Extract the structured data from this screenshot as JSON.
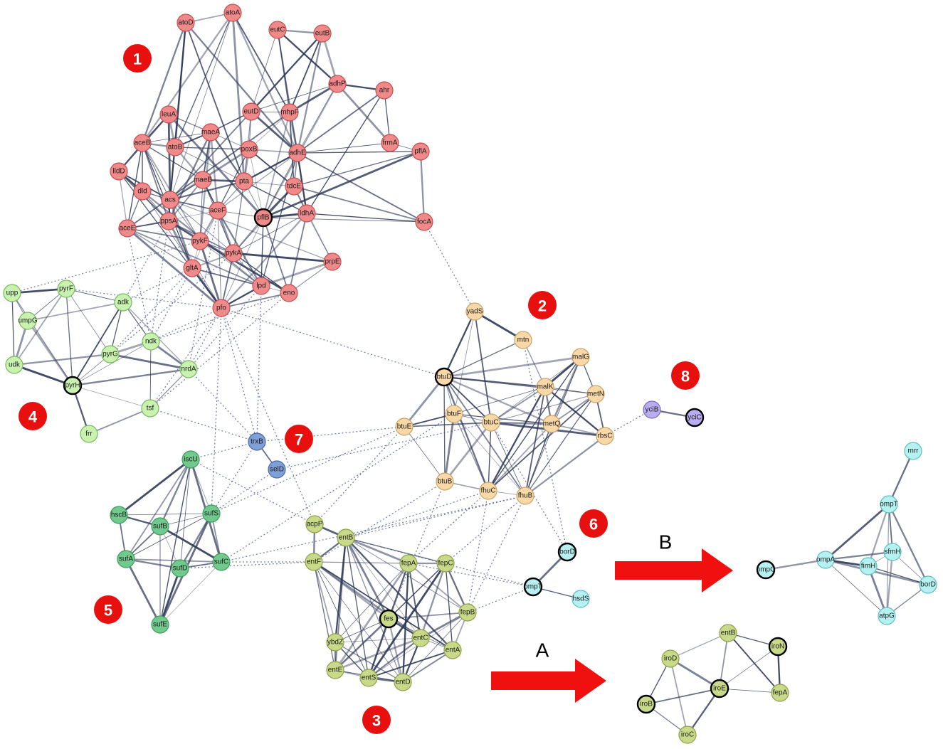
{
  "colors": {
    "red": "#f08a8a",
    "orange": "#f9d8a8",
    "lightgreen": "#c9f2b0",
    "green": "#72c98e",
    "olive": "#c9d98a",
    "cyan": "#b5f1f1",
    "blue": "#7ea0d6",
    "purple": "#b9adf0",
    "edge": "#2e3858",
    "badge": "#e80f0f",
    "arrow": "#f01010"
  },
  "clusters": [
    {
      "id": "1",
      "label": "1"
    },
    {
      "id": "2",
      "label": "2"
    },
    {
      "id": "3",
      "label": "3"
    },
    {
      "id": "4",
      "label": "4"
    },
    {
      "id": "5",
      "label": "5"
    },
    {
      "id": "6",
      "label": "6"
    },
    {
      "id": "7",
      "label": "7"
    },
    {
      "id": "8",
      "label": "8"
    }
  ],
  "arrows": [
    {
      "id": "A",
      "label": "A"
    },
    {
      "id": "B",
      "label": "B"
    }
  ],
  "nodes": [
    {
      "id": "atoD",
      "label": "atoD",
      "group": "red"
    },
    {
      "id": "atoA",
      "label": "atoA",
      "group": "red"
    },
    {
      "id": "eutC",
      "label": "eutC",
      "group": "red"
    },
    {
      "id": "eutB",
      "label": "eutB",
      "group": "red"
    },
    {
      "id": "adhP",
      "label": "adhP",
      "group": "red"
    },
    {
      "id": "ahr",
      "label": "ahr",
      "group": "red"
    },
    {
      "id": "leuA",
      "label": "leuA",
      "group": "red"
    },
    {
      "id": "eutD",
      "label": "eutD",
      "group": "red"
    },
    {
      "id": "maeA",
      "label": "maeA",
      "group": "red"
    },
    {
      "id": "mhpF",
      "label": "mhpF",
      "group": "red"
    },
    {
      "id": "aceB",
      "label": "aceB",
      "group": "red"
    },
    {
      "id": "atoB",
      "label": "atoB",
      "group": "red"
    },
    {
      "id": "poxB",
      "label": "poxB",
      "group": "red"
    },
    {
      "id": "adhE",
      "label": "adhE",
      "group": "red"
    },
    {
      "id": "frmA",
      "label": "frmA",
      "group": "red"
    },
    {
      "id": "pflA",
      "label": "pflA",
      "group": "red"
    },
    {
      "id": "lldD",
      "label": "lldD",
      "group": "red"
    },
    {
      "id": "maeB",
      "label": "maeB",
      "group": "red"
    },
    {
      "id": "pta",
      "label": "pta",
      "group": "red"
    },
    {
      "id": "tdcE",
      "label": "tdcE",
      "group": "red"
    },
    {
      "id": "dld",
      "label": "dld",
      "group": "red"
    },
    {
      "id": "acs",
      "label": "acs",
      "group": "red"
    },
    {
      "id": "aceF",
      "label": "aceF",
      "group": "red"
    },
    {
      "id": "pflB",
      "label": "pflB",
      "group": "red",
      "bold": true
    },
    {
      "id": "ldhA",
      "label": "ldhA",
      "group": "red"
    },
    {
      "id": "focA",
      "label": "focA",
      "group": "red"
    },
    {
      "id": "aceE",
      "label": "aceE",
      "group": "red"
    },
    {
      "id": "ppsA",
      "label": "ppsA",
      "group": "red"
    },
    {
      "id": "pykF",
      "label": "pykF",
      "group": "red"
    },
    {
      "id": "pykA",
      "label": "pykA",
      "group": "red"
    },
    {
      "id": "prpE",
      "label": "prpE",
      "group": "red"
    },
    {
      "id": "gltA",
      "label": "gltA",
      "group": "red"
    },
    {
      "id": "lpd",
      "label": "lpd",
      "group": "red"
    },
    {
      "id": "eno",
      "label": "eno",
      "group": "red"
    },
    {
      "id": "pfo",
      "label": "pfo",
      "group": "red"
    },
    {
      "id": "upp",
      "label": "upp",
      "group": "lightgreen"
    },
    {
      "id": "pyrF",
      "label": "pyrF",
      "group": "lightgreen"
    },
    {
      "id": "umpG",
      "label": "umpG",
      "group": "lightgreen"
    },
    {
      "id": "adk",
      "label": "adk",
      "group": "lightgreen"
    },
    {
      "id": "ndk",
      "label": "ndk",
      "group": "lightgreen"
    },
    {
      "id": "pyrG",
      "label": "pyrG",
      "group": "lightgreen"
    },
    {
      "id": "udk",
      "label": "udk",
      "group": "lightgreen"
    },
    {
      "id": "pyrH",
      "label": "pyrH",
      "group": "lightgreen",
      "bold": true
    },
    {
      "id": "nrdA",
      "label": "nrdA",
      "group": "lightgreen"
    },
    {
      "id": "tsf",
      "label": "tsf",
      "group": "lightgreen"
    },
    {
      "id": "frr",
      "label": "frr",
      "group": "lightgreen"
    },
    {
      "id": "trxB",
      "label": "trxB",
      "group": "blue"
    },
    {
      "id": "selD",
      "label": "selD",
      "group": "blue"
    },
    {
      "id": "iscU",
      "label": "iscU",
      "group": "green"
    },
    {
      "id": "hscB",
      "label": "hscB",
      "group": "green"
    },
    {
      "id": "sufB",
      "label": "sufB",
      "group": "green"
    },
    {
      "id": "sufS",
      "label": "sufS",
      "group": "green"
    },
    {
      "id": "sufA",
      "label": "sufA",
      "group": "green"
    },
    {
      "id": "sufD",
      "label": "sufD",
      "group": "green"
    },
    {
      "id": "sufC",
      "label": "sufC",
      "group": "green"
    },
    {
      "id": "sufE",
      "label": "sufE",
      "group": "green"
    },
    {
      "id": "yadS",
      "label": "yadS",
      "group": "orange"
    },
    {
      "id": "mtn",
      "label": "mtn",
      "group": "orange"
    },
    {
      "id": "btuD",
      "label": "btuD",
      "group": "orange",
      "bold": true
    },
    {
      "id": "malG",
      "label": "malG",
      "group": "orange"
    },
    {
      "id": "malK",
      "label": "malK",
      "group": "orange"
    },
    {
      "id": "metN",
      "label": "metN",
      "group": "orange"
    },
    {
      "id": "btuF",
      "label": "btuF",
      "group": "orange"
    },
    {
      "id": "btuC",
      "label": "btuC",
      "group": "orange"
    },
    {
      "id": "metQ",
      "label": "metQ",
      "group": "orange"
    },
    {
      "id": "btuE",
      "label": "btuE",
      "group": "orange"
    },
    {
      "id": "rbsC",
      "label": "rbsC",
      "group": "orange"
    },
    {
      "id": "btuB",
      "label": "btuB",
      "group": "orange"
    },
    {
      "id": "fhuC",
      "label": "fhuC",
      "group": "orange"
    },
    {
      "id": "fhuB",
      "label": "fhuB",
      "group": "orange"
    },
    {
      "id": "yciB",
      "label": "yciB",
      "group": "purple"
    },
    {
      "id": "yciC",
      "label": "yciC",
      "group": "purple",
      "bold": true
    },
    {
      "id": "acpP",
      "label": "acpP",
      "group": "olive"
    },
    {
      "id": "entB",
      "label": "entB",
      "group": "olive"
    },
    {
      "id": "entF",
      "label": "entF",
      "group": "olive"
    },
    {
      "id": "fepA",
      "label": "fepA",
      "group": "olive"
    },
    {
      "id": "fepC",
      "label": "fepC",
      "group": "olive"
    },
    {
      "id": "fes",
      "label": "fes",
      "group": "olive",
      "bold": true
    },
    {
      "id": "fepB",
      "label": "fepB",
      "group": "olive"
    },
    {
      "id": "ybdZ",
      "label": "ybdZ",
      "group": "olive"
    },
    {
      "id": "entC",
      "label": "entC",
      "group": "olive"
    },
    {
      "id": "entA",
      "label": "entA",
      "group": "olive"
    },
    {
      "id": "entE",
      "label": "entE",
      "group": "olive"
    },
    {
      "id": "entS",
      "label": "entS",
      "group": "olive"
    },
    {
      "id": "entD",
      "label": "entD",
      "group": "olive"
    },
    {
      "id": "borD",
      "label": "borD",
      "group": "cyan",
      "bold": true
    },
    {
      "id": "ompT",
      "label": "ompT",
      "group": "cyan",
      "bold": true
    },
    {
      "id": "hsdS",
      "label": "hsdS",
      "group": "cyan"
    },
    {
      "id": "mrr2",
      "label": "mrr",
      "group": "cyan"
    },
    {
      "id": "ompT2",
      "label": "ompT",
      "group": "cyan"
    },
    {
      "id": "nmpC2",
      "label": "nmpC",
      "group": "cyan",
      "bold": true
    },
    {
      "id": "ompA2",
      "label": "ompA",
      "group": "cyan"
    },
    {
      "id": "sfmH2",
      "label": "sfmH",
      "group": "cyan"
    },
    {
      "id": "fimH2",
      "label": "fimH",
      "group": "cyan"
    },
    {
      "id": "borD2",
      "label": "borD",
      "group": "cyan"
    },
    {
      "id": "atpG2",
      "label": "atpG",
      "group": "cyan"
    },
    {
      "id": "entB3",
      "label": "entB",
      "group": "olive"
    },
    {
      "id": "iroD3",
      "label": "iroD",
      "group": "olive"
    },
    {
      "id": "iroN3",
      "label": "iroN",
      "group": "olive",
      "bold": true
    },
    {
      "id": "iroE3",
      "label": "iroE",
      "group": "olive",
      "bold": true
    },
    {
      "id": "iroB3",
      "label": "iroB",
      "group": "olive",
      "bold": true
    },
    {
      "id": "fepA3",
      "label": "fepA",
      "group": "olive"
    },
    {
      "id": "iroC3",
      "label": "iroC",
      "group": "olive"
    }
  ]
}
